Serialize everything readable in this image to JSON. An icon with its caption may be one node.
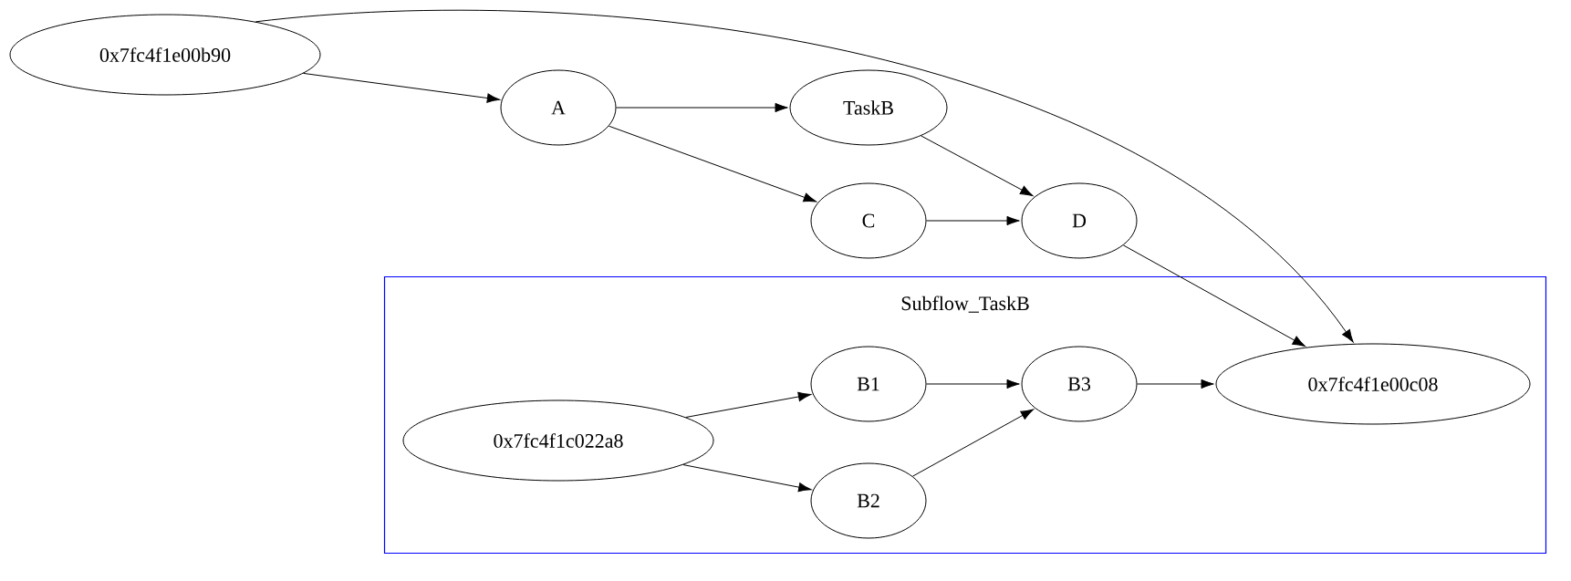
{
  "diagram": {
    "nodes": [
      {
        "text": [
          "0x7fc4f1e00b90"
        ]
      },
      {
        "text": [
          "A"
        ]
      },
      {
        "text": [
          "TaskB"
        ]
      },
      {
        "text": [
          "C"
        ]
      },
      {
        "text": [
          "D"
        ]
      },
      {
        "text": [
          "Subflow_TaskB"
        ]
      },
      {
        "text": [
          "0x7fc4f1c022a8"
        ],
        "in": 5
      },
      {
        "text": [
          "B1"
        ],
        "in": 5
      },
      {
        "text": [
          "B2"
        ],
        "in": 5
      },
      {
        "text": [
          "B3"
        ],
        "in": 5
      },
      {
        "text": [
          "0x7fc4f1e00c08"
        ],
        "in": 5
      }
    ],
    "edges": [
      {
        "from": 0,
        "to": 1,
        "arrow": "to"
      },
      {
        "from": 0,
        "to": 10,
        "arrow": "to"
      },
      {
        "from": 1,
        "to": 2,
        "arrow": "to"
      },
      {
        "from": 1,
        "to": 3,
        "arrow": "to"
      },
      {
        "from": 2,
        "to": 4,
        "arrow": "to"
      },
      {
        "from": 3,
        "to": 4,
        "arrow": "to"
      },
      {
        "from": 4,
        "to": 10,
        "arrow": "to"
      },
      {
        "from": 6,
        "to": 7,
        "arrow": "to"
      },
      {
        "from": 6,
        "to": 8,
        "arrow": "to"
      },
      {
        "from": 7,
        "to": 9,
        "arrow": "to"
      },
      {
        "from": 8,
        "to": 9,
        "arrow": "to"
      },
      {
        "from": 9,
        "to": 10,
        "arrow": "to"
      }
    ]
  }
}
